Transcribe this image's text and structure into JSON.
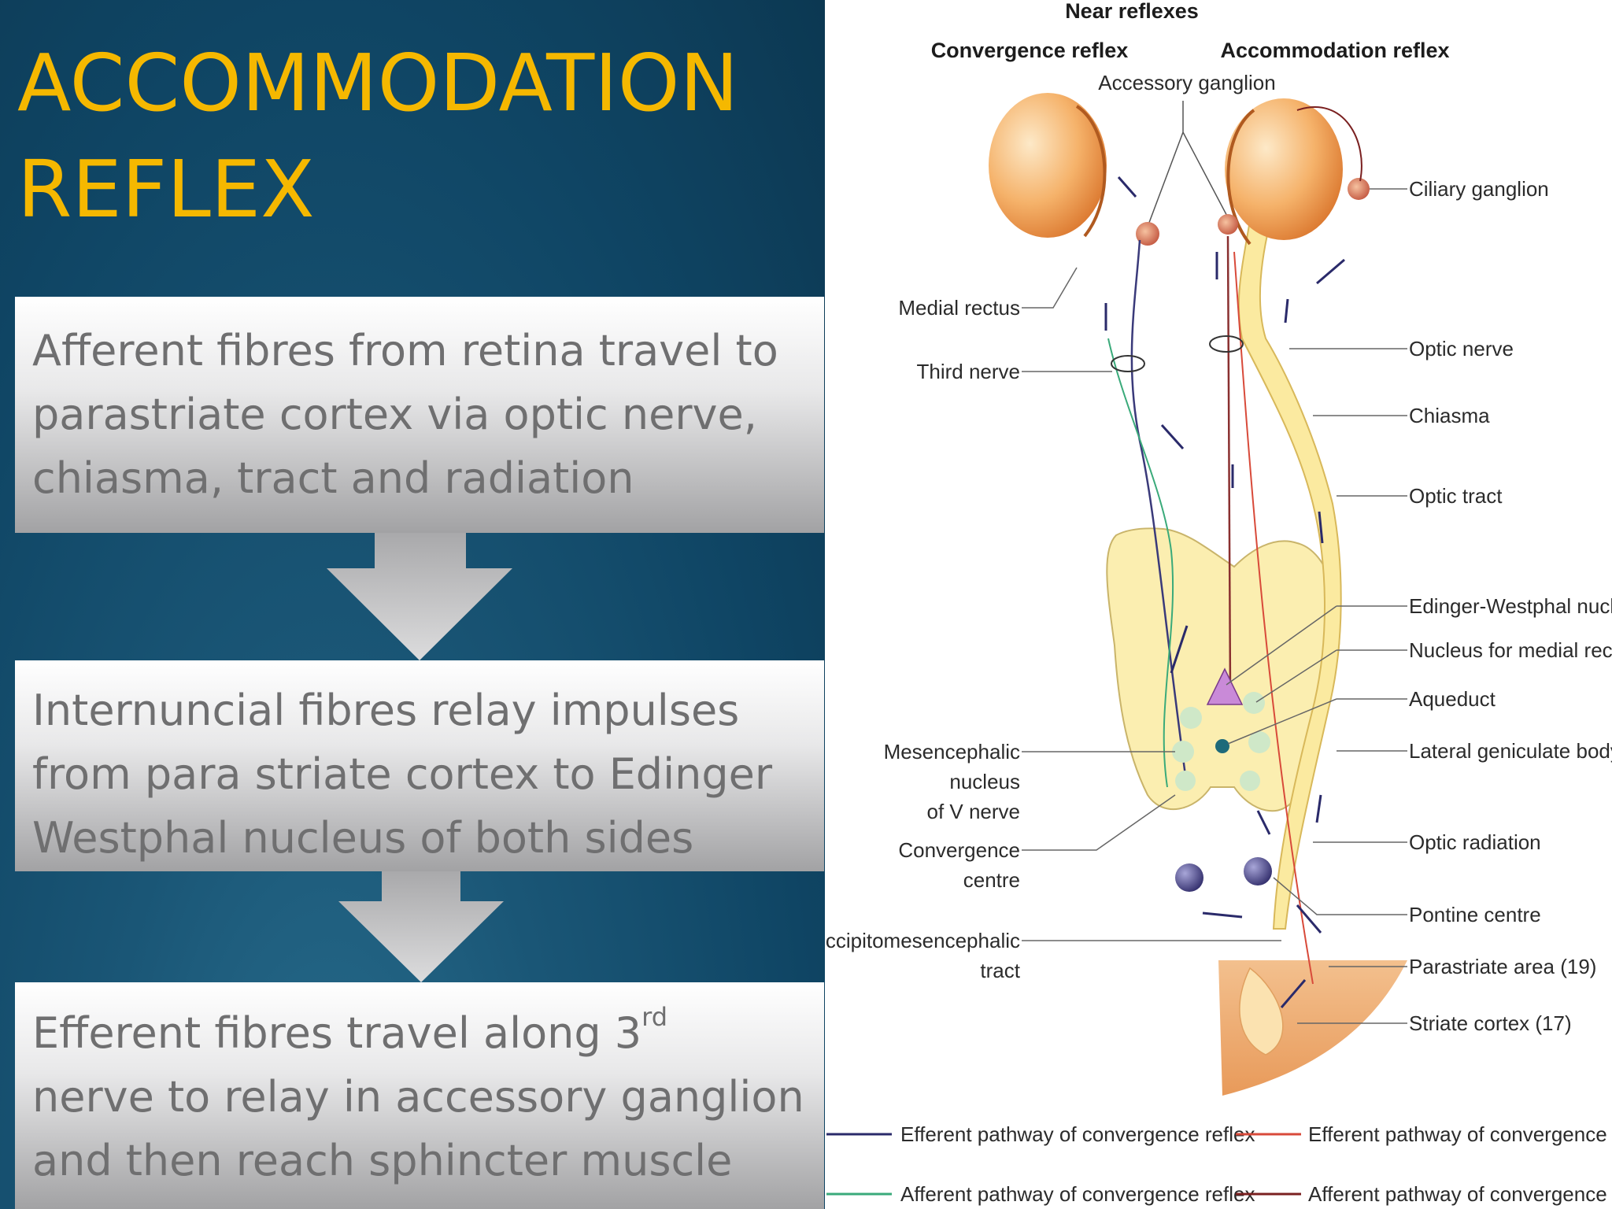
{
  "slide": {
    "title_line1": "ACCOMMODATION",
    "title_line2": "REFLEX",
    "step1": {
      "line1": "Afferent fibres from retina travel to",
      "line2": "parastriate cortex via optic nerve,",
      "line3": "chiasma, tract and radiation"
    },
    "step2": {
      "line1": "Internuncial fibres relay impulses",
      "line2": "from para striate cortex to Edinger",
      "line3": "Westphal nucleus of both sides"
    },
    "step3": {
      "line1_main": "Efferent fibres travel along 3",
      "line1_sup": "rd",
      "line2": "nerve to relay in accessory ganglion",
      "line3": "and then reach sphincter muscle"
    }
  },
  "diagram": {
    "heading": "Near reflexes",
    "convergence_heading": "Convergence reflex",
    "accommodation_heading": "Accommodation reflex",
    "labels": {
      "accessory_ganglion": "Accessory ganglion",
      "ciliary_ganglion": "Ciliary ganglion",
      "medial_rectus": "Medial rectus",
      "third_nerve": "Third nerve",
      "optic_nerve": "Optic nerve",
      "chiasma": "Chiasma",
      "optic_tract": "Optic tract",
      "edinger_westphal": "Edinger-Westphal nucleus",
      "nucleus_medial_rectus": "Nucleus for medial rectus",
      "aqueduct": "Aqueduct",
      "lateral_geniculate": "Lateral geniculate body",
      "mesencephalic_1": "Mesencephalic",
      "mesencephalic_2": "nucleus",
      "mesencephalic_3": "of V nerve",
      "convergence_centre_1": "Convergence",
      "convergence_centre_2": "centre",
      "optic_radiation": "Optic radiation",
      "pontine_centre": "Pontine centre",
      "occipito_1": "Occipitomesencephalic",
      "occipito_2": "tract",
      "parastriate_area": "Parastriate area (19)",
      "striate_cortex": "Striate cortex (17)"
    },
    "legend": [
      {
        "text": "Efferent pathway of convergence reflex",
        "color": "#2a2a6a"
      },
      {
        "text": "Efferent pathway of convergence reflex",
        "color": "#d84a3a"
      },
      {
        "text": "Afferent pathway of convergence reflex",
        "color": "#3aaa7a"
      },
      {
        "text": "Afferent pathway of convergence reflex",
        "color": "#7a2020"
      }
    ]
  }
}
